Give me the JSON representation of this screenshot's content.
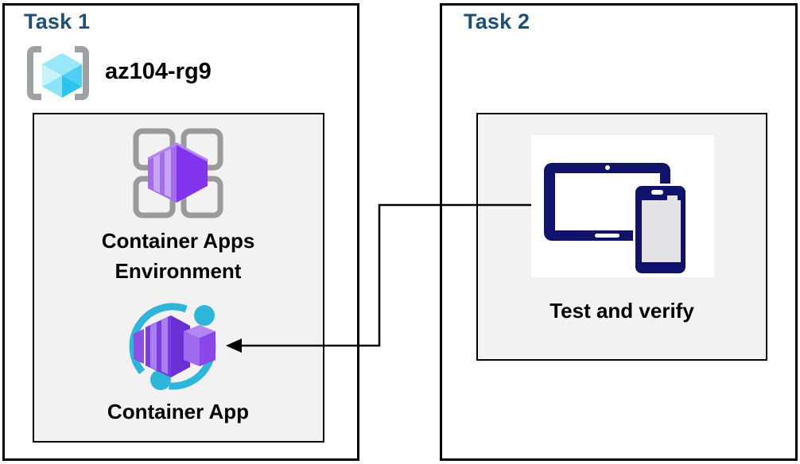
{
  "diagram": {
    "task1": {
      "title": "Task 1",
      "resource_group": {
        "name": "az104-rg9",
        "icon": "resource-group-icon"
      },
      "environment": {
        "label": "Container Apps Environment",
        "icon": "container-apps-environment-icon"
      },
      "app": {
        "label": "Container App",
        "icon": "container-app-icon"
      }
    },
    "task2": {
      "title": "Task 2",
      "verify": {
        "label": "Test and verify",
        "icon": "tablet-phone-icon"
      }
    },
    "connector": {
      "description": "elbow arrow from Test and verify image to Container App icon",
      "arrowhead": "left"
    },
    "colors": {
      "task_title": "#1F4E79",
      "box_border": "#000000",
      "panel_gray": "#F2F2F2",
      "device_navy": "#10126B",
      "phone_screen_gray": "#E4E4E6",
      "bracket_gray": "#9EA0A3",
      "grid_gray": "#9A9A9A",
      "cyan_ring": "#2EB5DA",
      "cube_cyan": "#3DCBF0",
      "purple_main": "#8233EC",
      "purple_light": "#A26CEA"
    }
  }
}
